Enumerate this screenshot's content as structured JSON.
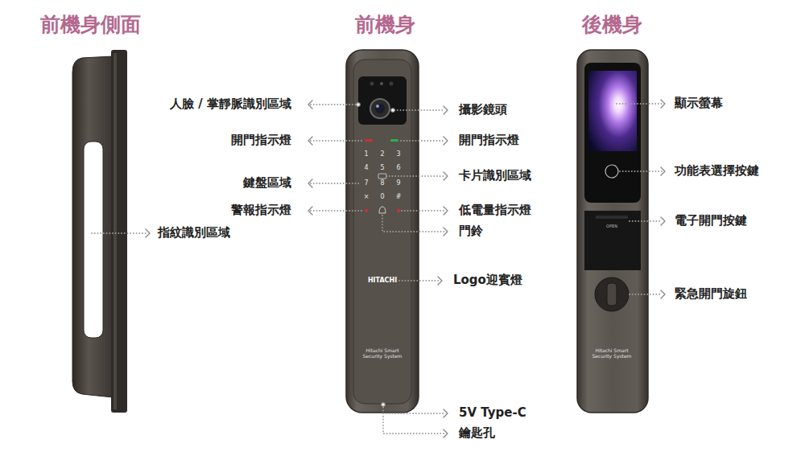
{
  "diagram": {
    "labels": [
      "前機身側面",
      "前機身",
      "後機身",
      "人臉 / 掌靜脈識別區域",
      "開門指示燈",
      "鍵盤區域",
      "警報指示燈",
      "指紋識別區域",
      "攝影鏡頭",
      "開門指示燈",
      "卡片識別區域",
      "低電量指示燈",
      "門鈴",
      "Logo迎賓燈",
      "5V Type-C",
      "鑰匙孔",
      "顯示螢幕",
      "功能表選擇按鍵",
      "電子開門按鍵",
      "緊急開門旋鈕",
      "1",
      "2",
      "3",
      "4",
      "5",
      "6",
      "7",
      "8",
      "9",
      "×",
      "0",
      "#",
      "HITACHI",
      "Hitachi Smart Security System",
      "OPEN",
      "Hitachi Smart Security System"
    ]
  }
}
